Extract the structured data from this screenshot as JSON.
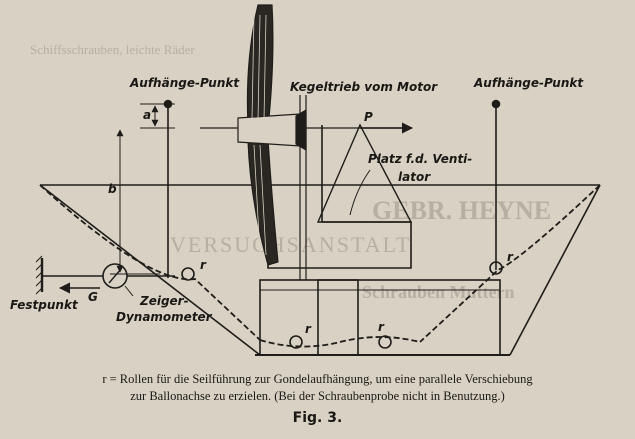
{
  "labels": {
    "suspension_left": "Aufhänge-Punkt",
    "suspension_right": "Aufhänge-Punkt",
    "bevel_gear": "Kegeltrieb vom Motor",
    "fan_place_line1": "Platz f.d. Venti-",
    "fan_place_line2": "lator",
    "dim_a": "a",
    "dim_b": "b",
    "force_p": "P",
    "force_g": "G",
    "fixed_point": "Festpunkt",
    "dynamometer_line1": "Zeiger-",
    "dynamometer_line2": "Dynamometer",
    "roller": "r"
  },
  "caption": {
    "line1": "r = Rollen für die Seilführung zur Gondelaufhängung, um eine parallele Verschiebung",
    "line2": "zur Ballonachse zu erzielen. (Bei der Schraubenprobe nicht in Benutzung.)",
    "figure": "Fig. 3."
  },
  "background_text": {
    "banner": "VERSUCHSANSTALT",
    "line_a": "Schiffsschrauben, leichte Räder",
    "line_b": "GEBR. HEYNE",
    "line_c": "Schrauben Muttern"
  },
  "colors": {
    "paper": "#d9d2c4",
    "ink": "#1f1d1a"
  }
}
